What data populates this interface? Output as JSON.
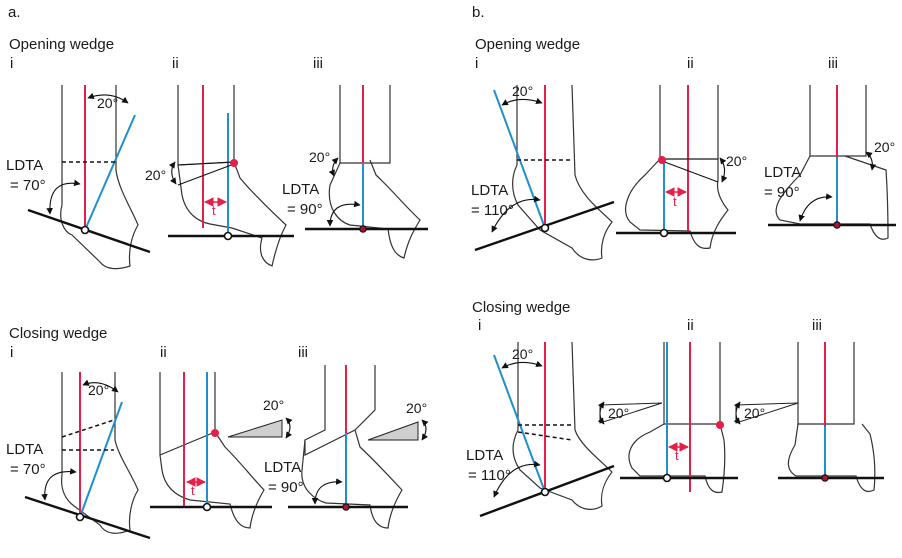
{
  "panels": {
    "a": "a.",
    "b": "b."
  },
  "sections": {
    "opening": "Opening wedge",
    "closing": "Closing wedge"
  },
  "steps": {
    "i": "i",
    "ii": "ii",
    "iii": "iii"
  },
  "labels": {
    "angle20": "20°",
    "ldta": "LDTA",
    "eq70": "= 70°",
    "ldta90": "= 90°",
    "ldta110": "= 110°",
    "deg90": "90°",
    "deg110": "110°",
    "translation": "t"
  },
  "colors": {
    "red": "#e4204a",
    "blue": "#1f8fce"
  }
}
